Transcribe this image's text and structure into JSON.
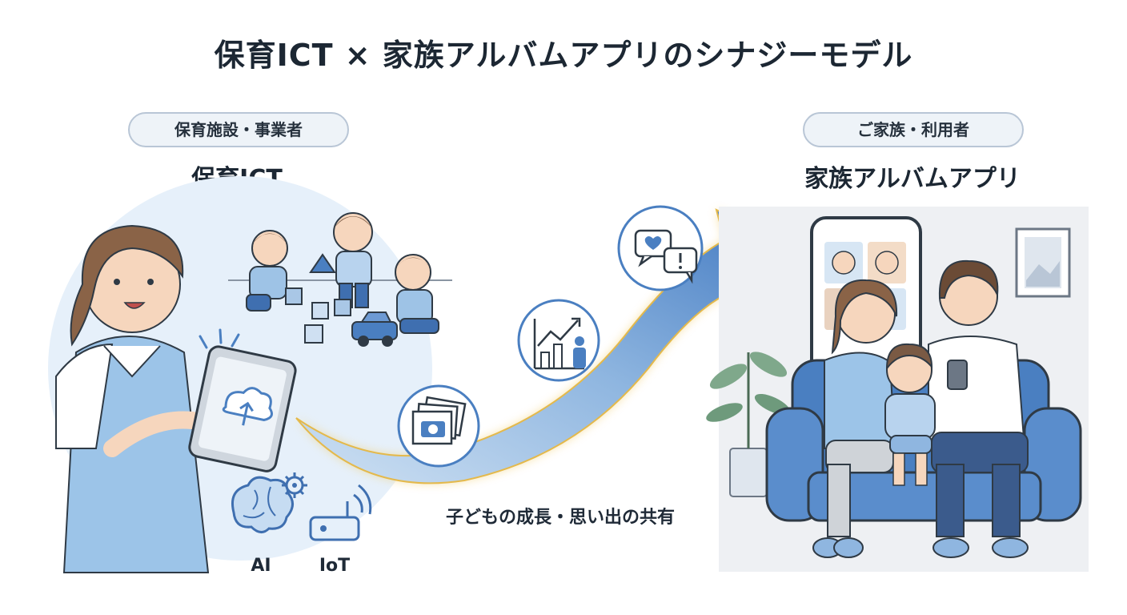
{
  "title": "保育ICT × 家族アルバムアプリのシナジーモデル",
  "left": {
    "pill": "保育施設・事業者",
    "heading": "保育ICT",
    "tech": [
      "AI",
      "IoT"
    ]
  },
  "right": {
    "pill": "ご家族・利用者",
    "heading": "家族アルバムアプリ"
  },
  "center": {
    "caption": "子どもの成長・思い出の共有"
  },
  "colors": {
    "accent_blue": "#4a7fc1",
    "light_blue": "#9cc0e6",
    "glow": "#f1c75a",
    "ink": "#1f2a37"
  },
  "icons": [
    "cloud-upload-icon",
    "camera-photos-icon",
    "growth-chart-icon",
    "chat-bubbles-icon",
    "brain-icon",
    "gear-icon",
    "iot-device-icon"
  ]
}
